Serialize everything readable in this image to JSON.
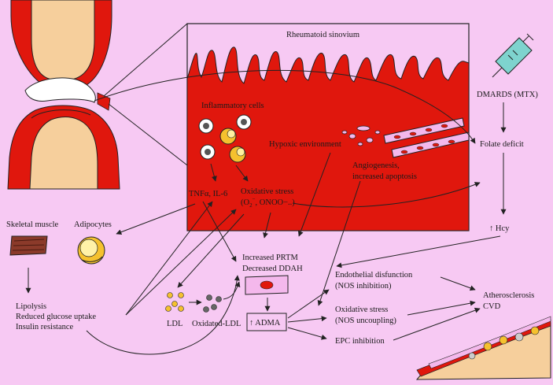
{
  "background": "#f7c9f3",
  "synovium_color": "#e0170d",
  "labels": {
    "rheumatoid_sinovium": "Rheumatoid sinovium",
    "inflammatory_cells": "Inflammatory cells",
    "hypoxic_environment": "Hypoxic environment",
    "angiogenesis_line1": "Angiogenesis,",
    "angiogenesis_line2": "increased apoptosis",
    "tnf": "TNFα, IL-6",
    "oxidative_line1": "Oxidative stress",
    "oxidative_line2": "(O",
    "oxidative_sub": "2",
    "oxidative_sup": "−",
    "oxidative_line2_rest": ", ONOO−..)",
    "dmards": "DMARDS (MTX)",
    "folate_deficit": "Folate deficit",
    "hcy": "↑ Hcy",
    "skeletal_muscle": "Skeletal muscle",
    "adipocytes": "Adipocytes",
    "lipolysis": "Lipolysis",
    "glucose": "Reduced glucose uptake",
    "insulin": "Insulin resistance",
    "prtm": "Increased PRTM",
    "ddah": "Decreased DDAH",
    "ldl": "LDL",
    "oxidated_ldl": "Oxidated-LDL",
    "adma": "↑ ADMA",
    "endo_line1": "Endothelial disfunction",
    "endo_line2": "(NOS inhibition)",
    "ox2_line1": "Oxidative stress",
    "ox2_line2": "(NOS uncoupling)",
    "epc": "EPC inhibition",
    "athero": "Atherosclerosis",
    "cvd": "CVD"
  },
  "icons": [
    "knee-joint-icon",
    "syringe-icon",
    "muscle-icon",
    "adipocyte-icon",
    "inflammatory-cell-icon",
    "ldl-icon",
    "endothelial-cell-icon",
    "blood-vessel-icon"
  ]
}
